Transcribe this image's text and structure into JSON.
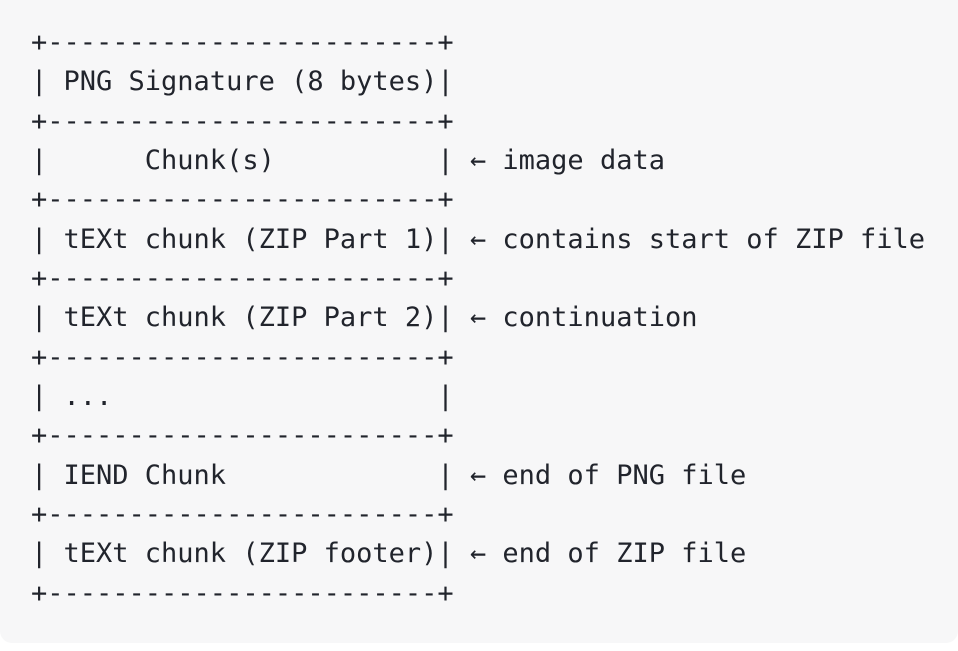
{
  "colors": {
    "page_background": "#ffffff",
    "code_block_background": "#f7f7f8",
    "text": "#21242c"
  },
  "diagram": {
    "kind": "ascii-box-diagram",
    "subject": "PNG file structure with embedded ZIP parts",
    "boxes": [
      {
        "label": "PNG Signature (8 bytes)",
        "annotation": ""
      },
      {
        "label": "Chunk(s)",
        "annotation": "← image data"
      },
      {
        "label": "tEXt chunk (ZIP Part 1)",
        "annotation": "← contains start of ZIP file"
      },
      {
        "label": "tEXt chunk (ZIP Part 2)",
        "annotation": "← continuation"
      },
      {
        "label": "...",
        "annotation": ""
      },
      {
        "label": "IEND Chunk",
        "annotation": "← end of PNG file"
      },
      {
        "label": "tEXt chunk (ZIP footer)",
        "annotation": "← end of ZIP file"
      }
    ],
    "lines": [
      "+------------------------+",
      "| PNG Signature (8 bytes)|",
      "+------------------------+",
      "|      Chunk(s)          | ← image data",
      "+------------------------+",
      "| tEXt chunk (ZIP Part 1)| ← contains start of ZIP file",
      "+------------------------+",
      "| tEXt chunk (ZIP Part 2)| ← continuation",
      "+------------------------+",
      "| ...                    |",
      "+------------------------+",
      "| IEND Chunk             | ← end of PNG file",
      "+------------------------+",
      "| tEXt chunk (ZIP footer)| ← end of ZIP file",
      "+------------------------+"
    ]
  }
}
